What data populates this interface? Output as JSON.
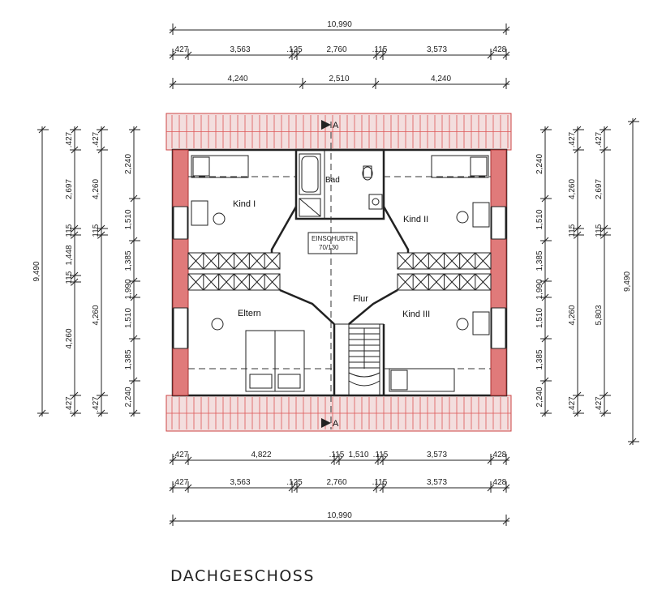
{
  "title": "DACHGESCHOSS",
  "rooms": {
    "kind1": "Kind I",
    "kind2": "Kind II",
    "kind3": "Kind III",
    "eltern": "Eltern",
    "bad": "Bad",
    "flur": "Flur"
  },
  "notes": {
    "einschub_line1": "EINSCHUBTR.",
    "einschub_line2": "70/130"
  },
  "section_marker": "A",
  "dimensions": {
    "top_total": "10,990",
    "top_row1": [
      ".427",
      "3,563",
      ".125",
      "2,760",
      ".115",
      "3,573",
      ".428"
    ],
    "top_row2": [
      "4,240",
      "2,510",
      "4,240"
    ],
    "bottom_row1": [
      ".427",
      "4,822",
      ".115",
      "1,510",
      ".115",
      "3,573",
      ".428"
    ],
    "bottom_row2": [
      ".427",
      "3,563",
      ".125",
      "2,760",
      ".115",
      "3,573",
      ".428"
    ],
    "bottom_total": "10,990",
    "left_total": "9,490",
    "left_col1": [
      ".427",
      "2,697",
      ".115",
      "1,448",
      ".115",
      "4,260",
      ".427"
    ],
    "left_col2": [
      ".427",
      "4,260",
      ".115",
      "4,260",
      ".427"
    ],
    "left_col3": [
      "2,240",
      "1,510",
      "1,385",
      "1,990",
      "1,510",
      "1,385",
      "2,240"
    ],
    "right_col3": [
      "2,240",
      "1,510",
      "1,385",
      "1,990",
      "1,510",
      "1,385",
      "2,240"
    ],
    "right_col2": [
      ".427",
      "4,260",
      ".115",
      "4,260",
      ".427"
    ],
    "right_col1": [
      ".427",
      "2,697",
      ".115",
      "5,803",
      ".427"
    ],
    "right_total": "9,490"
  },
  "colors": {
    "roof_tiles": "#d55555",
    "brick_piers": "#e07a7a",
    "linework": "#222222"
  }
}
